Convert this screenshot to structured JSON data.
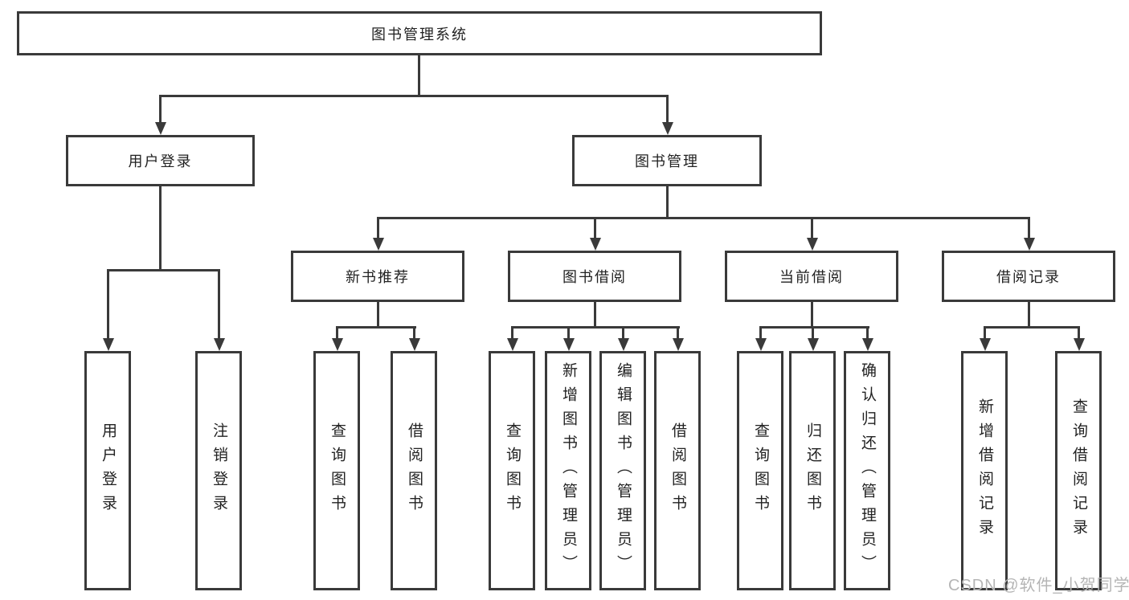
{
  "diagram": {
    "root": {
      "label": "图书管理系统"
    },
    "branches": [
      {
        "label": "用户登录",
        "children": [
          {
            "label": "用户登录"
          },
          {
            "label": "注销登录"
          }
        ]
      },
      {
        "label": "图书管理",
        "children": [
          {
            "label": "新书推荐",
            "children": [
              {
                "label": "查询图书"
              },
              {
                "label": "借阅图书"
              }
            ]
          },
          {
            "label": "图书借阅",
            "children": [
              {
                "label": "查询图书"
              },
              {
                "label": "新增图书（管理员）"
              },
              {
                "label": "编辑图书（管理员）"
              },
              {
                "label": "借阅图书"
              }
            ]
          },
          {
            "label": "当前借阅",
            "children": [
              {
                "label": "查询图书"
              },
              {
                "label": "归还图书"
              },
              {
                "label": "确认归还（管理员）"
              }
            ]
          },
          {
            "label": "借阅记录",
            "children": [
              {
                "label": "新增借阅记录"
              },
              {
                "label": "查询借阅记录"
              }
            ]
          }
        ]
      }
    ]
  },
  "watermark": {
    "text": "CSDN @软件_小贺同学"
  },
  "colors": {
    "line": "#3a3a3a",
    "box_border": "#3a3a3a",
    "text": "#222222",
    "watermark": "#b5b5b5",
    "background": "#ffffff"
  }
}
